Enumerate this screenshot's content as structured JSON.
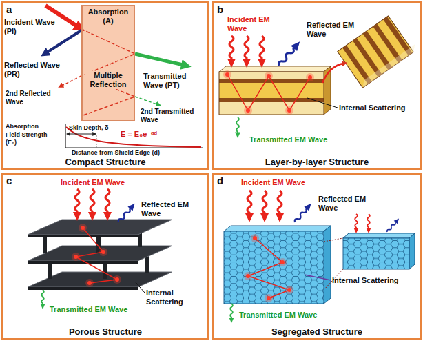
{
  "diagram": {
    "nodes": [
      {
        "text": [
          "a",
          "Compact Structure"
        ]
      },
      {
        "text": [
          "Absorption (A)",
          "Multiple Reflection"
        ],
        "in": 0
      },
      {
        "text": [
          "b",
          "Layer-by-layer Structure"
        ]
      },
      {
        "text": [
          "c",
          "Porous Structure"
        ]
      },
      {
        "text": [
          "d",
          "Segregated Structure"
        ]
      }
    ],
    "labels": [
      "Incident Wave (PI)",
      "Reflected Wave (PR)",
      "2nd Reflected Wave",
      "Transmitted Wave (PT)",
      "2nd Transmitted Wave",
      "Absorption",
      "Field Strength (E₀)",
      "Skin Depth, δ",
      "E = E₀e⁻ᵅᵈ",
      "Distance from Shield Edge (d)",
      "Incident EM Wave",
      "Reflected EM Wave",
      "Internal Scattering",
      "Transmitted EM Wave",
      "Incident EM Wave",
      "Reflected EM Wave",
      "Transmitted EM Wave",
      "Internal Scattering",
      "Incident EM Wave",
      "Reflected EM Wave",
      "Internal Scattering",
      "Transmitted EM Wave"
    ]
  }
}
